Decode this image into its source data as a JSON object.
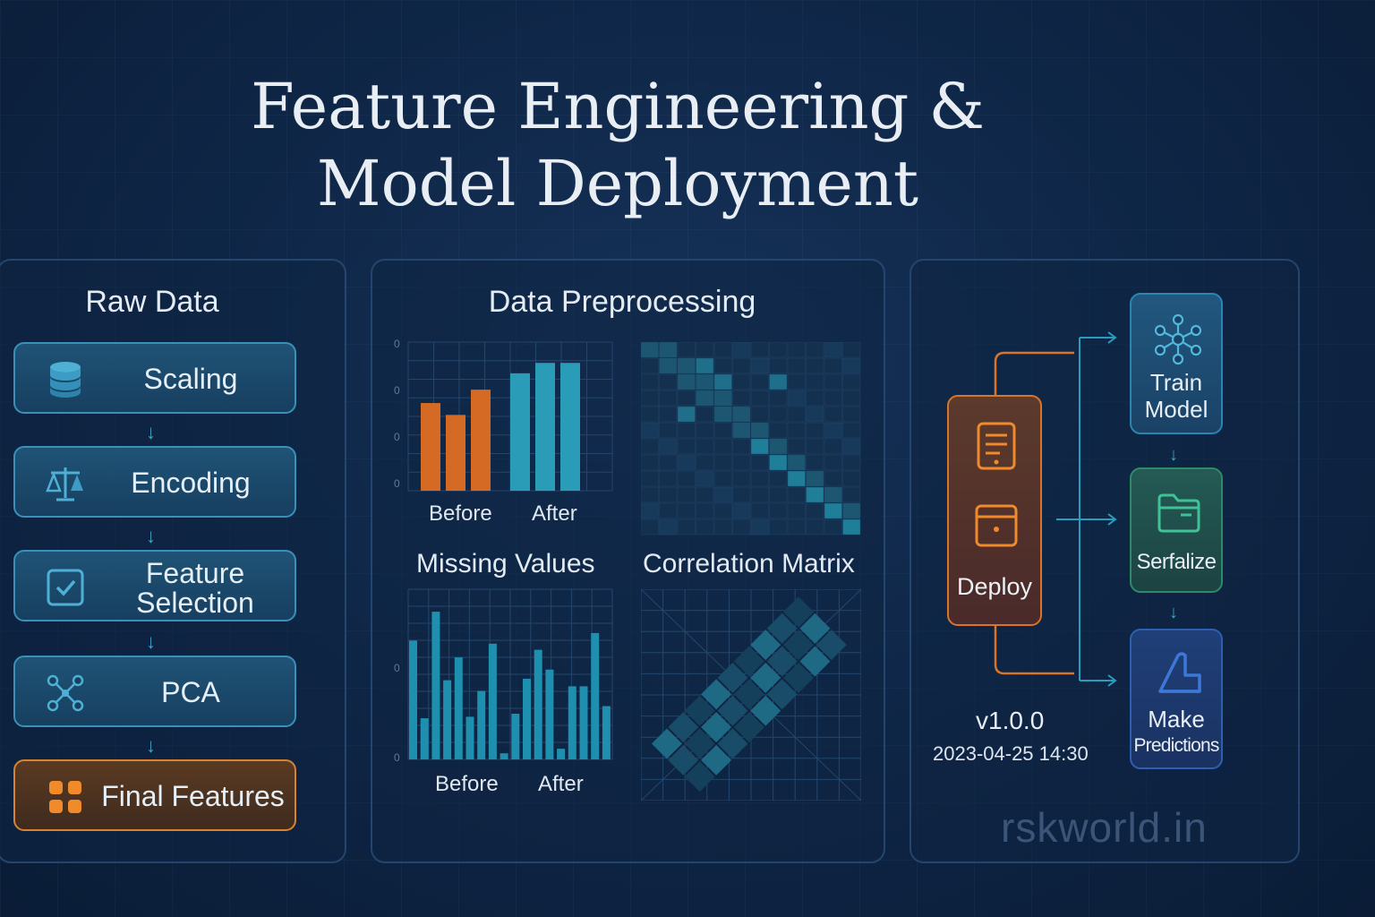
{
  "title": {
    "line1": "Feature Engineering &",
    "line2": "Model Deployment"
  },
  "left_panel": {
    "title": "Raw Data",
    "steps": [
      {
        "label": "Scaling",
        "icon": "database-icon"
      },
      {
        "label": "Encoding",
        "icon": "balance-scale-icon"
      },
      {
        "label": "Feature Selection",
        "icon": "checkbox-icon"
      },
      {
        "label": "PCA",
        "icon": "network-nodes-icon"
      },
      {
        "label": "Final Features",
        "icon": "grid-squares-icon"
      }
    ],
    "arrow": "↓"
  },
  "middle_panel": {
    "title": "Data Preprocessing",
    "charts": [
      {
        "type": "bar",
        "title": "Missing Values",
        "categories": [
          "Before",
          "After"
        ],
        "series": [
          {
            "group": "Before",
            "values": [
              0.59,
              0.51,
              0.68
            ],
            "color": "#d46a24"
          },
          {
            "group": "After",
            "values": [
              0.79,
              0.86,
              0.86
            ],
            "color": "#2a9cb8"
          }
        ],
        "ylim": [
          0,
          1
        ],
        "ytick_labels": [
          "0",
          "0",
          "0",
          "0"
        ]
      },
      {
        "type": "heatmap",
        "title": "Correlation Matrix",
        "size": 12
      },
      {
        "type": "bar",
        "title": "",
        "categories": [
          "Before",
          "After"
        ],
        "values": [
          0.78,
          0.27,
          0.97,
          0.52,
          0.67,
          0.28,
          0.45,
          0.76,
          0.04,
          0.3,
          0.53,
          0.72,
          0.59,
          0.07,
          0.48,
          0.48,
          0.83,
          0.35
        ],
        "color": "#1e8fae",
        "ytick_labels": [
          "0",
          "0"
        ]
      },
      {
        "type": "heatmap",
        "title": "",
        "size": 10
      }
    ]
  },
  "right_panel": {
    "deploy_label": "Deploy",
    "nodes": [
      {
        "label_line1": "Train",
        "label_line2": "Model",
        "icon": "neural-network-icon",
        "border": "#2b85b3",
        "bg": "#1e4d73"
      },
      {
        "label_line1": "Serfalize",
        "label_line2": "",
        "icon": "folder-icon",
        "border": "#2f8a68",
        "bg": "#1e4a48"
      },
      {
        "label_line1": "Make",
        "label_line2": "Predictions",
        "icon": "wedge-chart-icon",
        "border": "#2f5fb0",
        "bg": "#1d3a6e"
      }
    ],
    "version": "v1.0.0",
    "timestamp": "2023-04-25 14:30"
  },
  "brand": "rskworld.in",
  "colors": {
    "accent_cyan": "#2aa3c7",
    "accent_orange": "#e07b2e",
    "panel_border": "#24456d"
  }
}
